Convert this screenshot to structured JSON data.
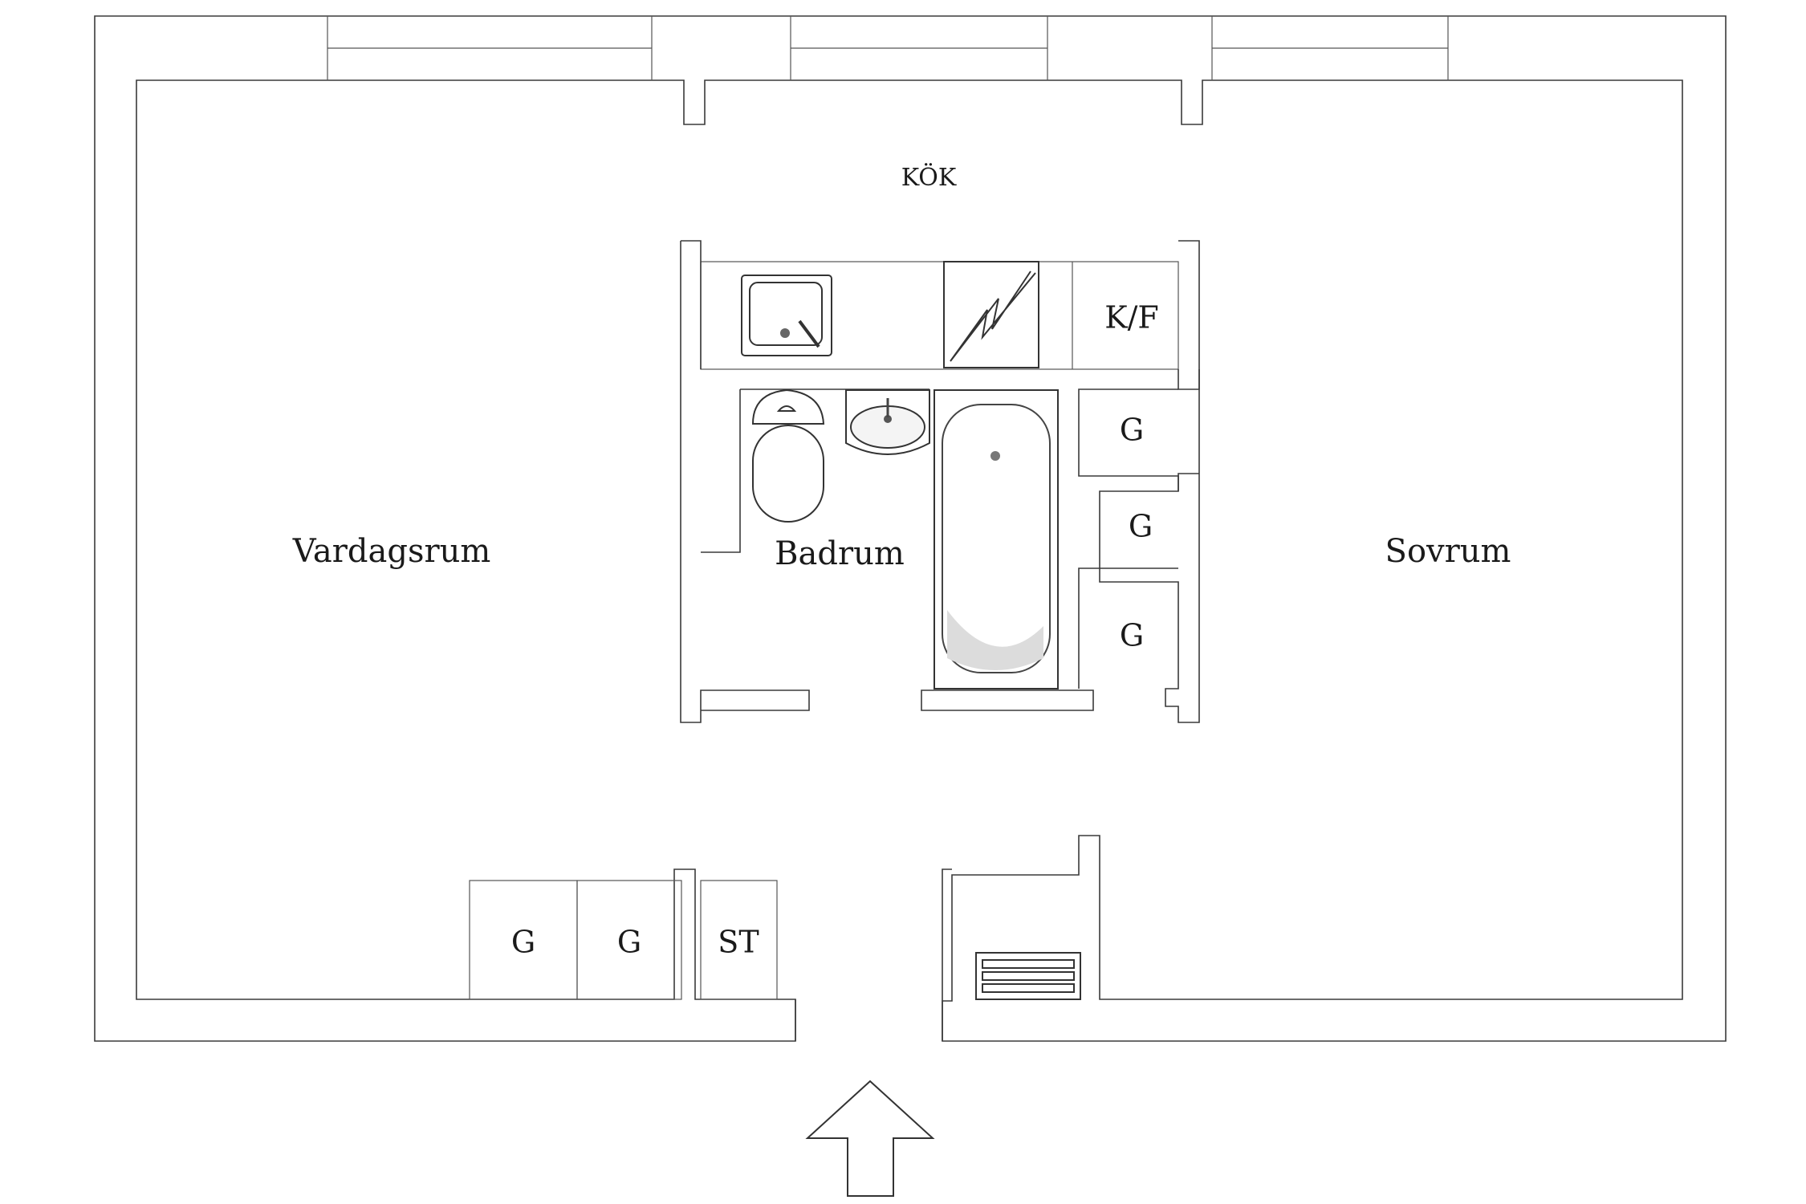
{
  "rooms": {
    "kitchen": "KÖK",
    "living_room": "Vardagsrum",
    "bathroom": "Badrum",
    "bedroom": "Sovrum",
    "fridge_freezer": "K/F",
    "closet_1": "G",
    "closet_2": "G",
    "closet_3": "G",
    "closet_4": "G",
    "closet_5": "G",
    "storage": "ST"
  },
  "icons": {
    "sink": "kitchen-sink-icon",
    "stove": "stove-icon",
    "toilet": "toilet-icon",
    "washbasin": "washbasin-icon",
    "bathtub": "bathtub-icon",
    "radiator": "radiator-icon",
    "entrance_arrow": "arrow-up-icon"
  },
  "colors": {
    "wall": "#3a3a3a",
    "background": "#ffffff",
    "fixture_shade": "#dcdcdc"
  }
}
